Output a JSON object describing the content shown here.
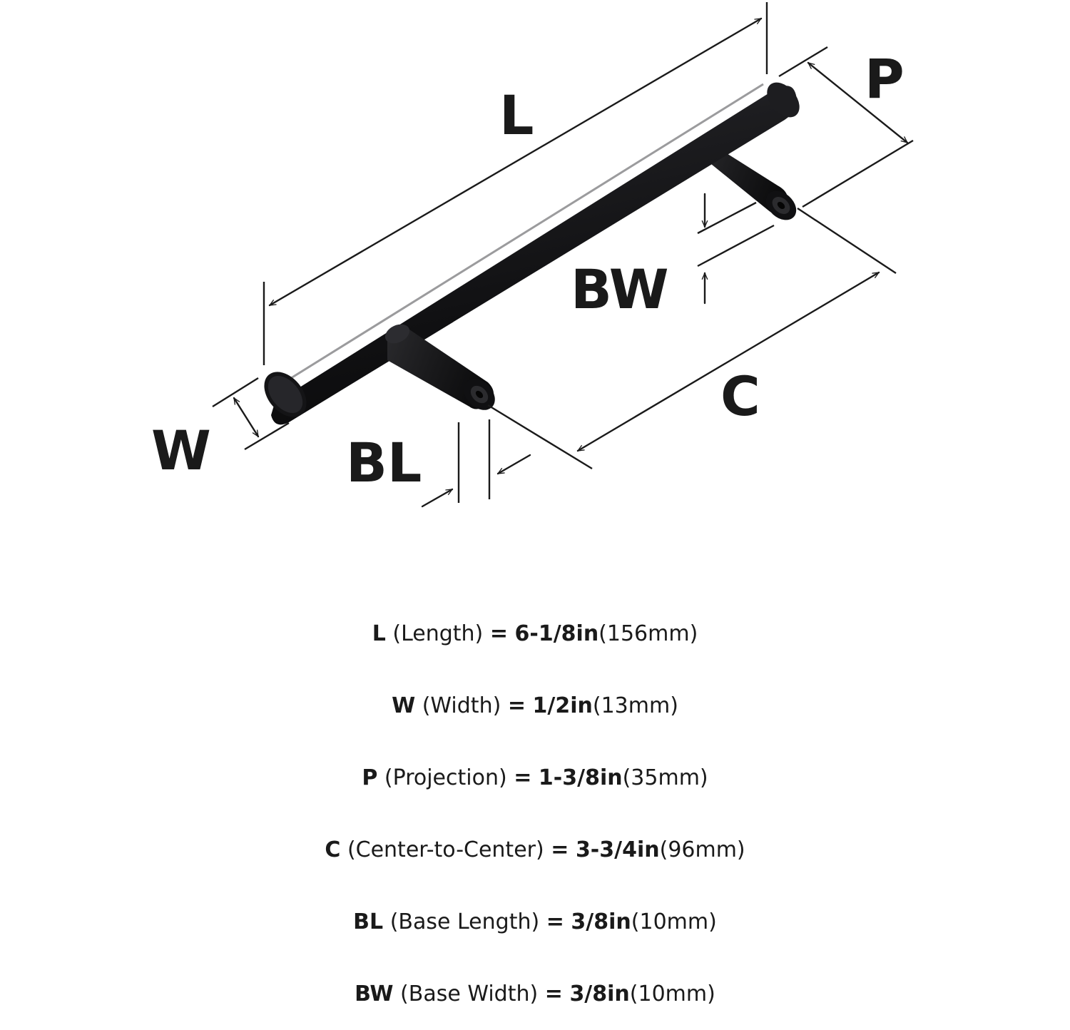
{
  "diagram": {
    "labels": {
      "L": "L",
      "P": "P",
      "BW": "BW",
      "C": "C",
      "W": "W",
      "BL": "BL"
    }
  },
  "specs": [
    {
      "symbol": "L",
      "name": "(Length)",
      "equals": "=",
      "imperial": "6-1/8in",
      "metric": "(156mm)"
    },
    {
      "symbol": "W",
      "name": "(Width)",
      "equals": "=",
      "imperial": "1/2in",
      "metric": "(13mm)"
    },
    {
      "symbol": "P",
      "name": "(Projection)",
      "equals": "=",
      "imperial": "1-3/8in",
      "metric": "(35mm)"
    },
    {
      "symbol": "C",
      "name": "(Center-to-Center)",
      "equals": "=",
      "imperial": "3-3/4in",
      "metric": "(96mm)"
    },
    {
      "symbol": "BL",
      "name": "(Base Length)",
      "equals": "=",
      "imperial": "3/8in",
      "metric": "(10mm)"
    },
    {
      "symbol": "BW",
      "name": "(Base Width)",
      "equals": "=",
      "imperial": "3/8in",
      "metric": "(10mm)"
    }
  ],
  "colors": {
    "ink": "#1a1a1a",
    "handle": "#1c1c1e",
    "background": "#ffffff"
  }
}
